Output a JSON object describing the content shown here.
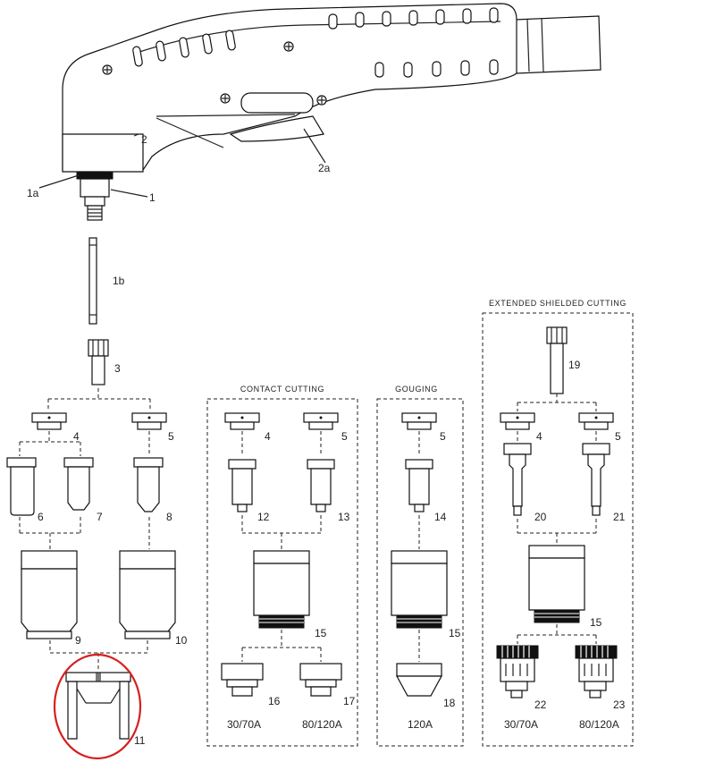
{
  "labels": {
    "p1": "1",
    "p1a": "1a",
    "p1b": "1b",
    "p2": "2",
    "p2a": "2a",
    "p3": "3",
    "p4a": "4",
    "p5a": "5",
    "p6": "6",
    "p7": "7",
    "p8": "8",
    "p9": "9",
    "p10": "10",
    "p11": "11",
    "p4b": "4",
    "p5b": "5",
    "p12": "12",
    "p13": "13",
    "p15a": "15",
    "p16": "16",
    "p17": "17",
    "p5c": "5",
    "p14": "14",
    "p15b": "15",
    "p18": "18",
    "p19": "19",
    "p4c": "4",
    "p5d": "5",
    "p20": "20",
    "p21": "21",
    "p15c": "15",
    "p22": "22",
    "p23": "23"
  },
  "sections": {
    "contact": "CONTACT CUTTING",
    "gouging": "GOUGING",
    "extended": "EXTENDED SHIELDED CUTTING"
  },
  "captions": {
    "c16": "30/70A",
    "c17": "80/120A",
    "c18": "120A",
    "c22": "30/70A",
    "c23": "80/120A"
  },
  "colors": {
    "highlight": "#d62020",
    "ink": "#111111"
  }
}
